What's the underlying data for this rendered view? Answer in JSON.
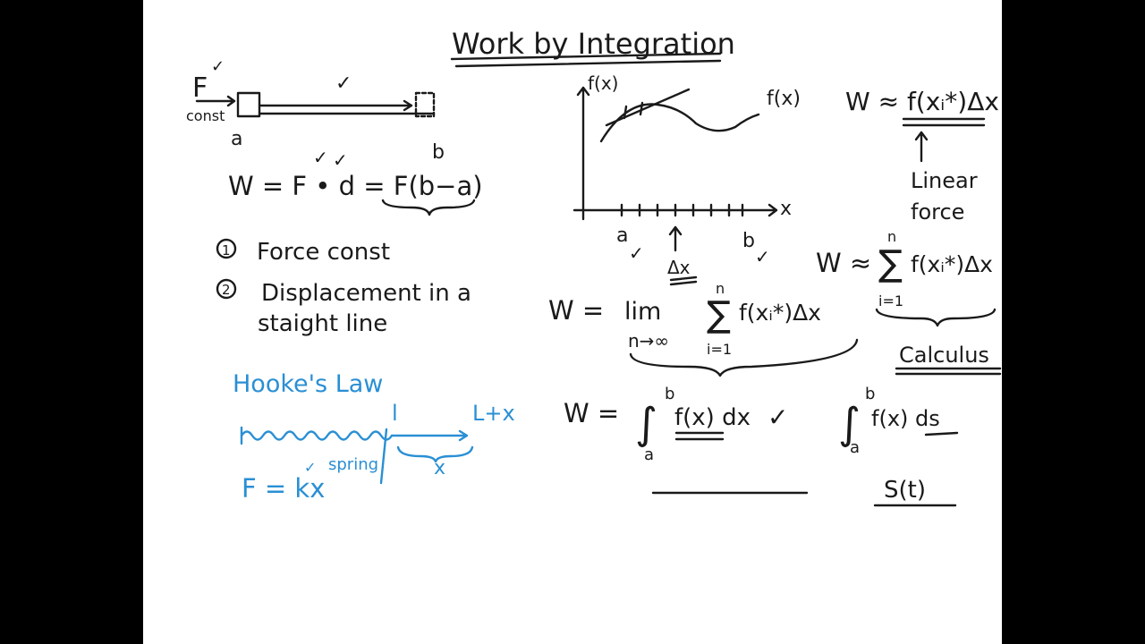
{
  "title": "Work by Integration",
  "left": {
    "force": "F",
    "const": "const",
    "a": "a",
    "b": "b",
    "work_eq": "W = F • d = F(b−a)",
    "cond1_num": "1",
    "cond1": "Force const",
    "cond2_num": "2",
    "cond2_line1": "Displacement in a",
    "cond2_line2": "staight line",
    "check": "✓"
  },
  "hooke": {
    "title": "Hooke's Law",
    "l": "l",
    "l_plus_x": "L+x",
    "x": "x",
    "spring": "spring",
    "formula": "F = kx"
  },
  "graph": {
    "ylabel": "f(x)",
    "xlabel": "x",
    "curve_label": "f(x)",
    "a": "a",
    "b": "b",
    "dx": "Δx"
  },
  "right": {
    "approx1": "W ≈ f(xᵢ*)Δx",
    "linear1": "Linear",
    "linear2": "force",
    "approx_sum": "W ≈",
    "sum_n": "n",
    "sum_i": "i=1",
    "sum_expr": "f(xᵢ*)Δx",
    "calculus": "Calculus",
    "lim_w": "W =",
    "lim": "lim",
    "lim_sub": "n→∞",
    "integral_w": "W =",
    "int_b": "b",
    "int_a": "a",
    "int_expr": "f(x) dx",
    "int2_expr": "f(x) ds",
    "s_t": "S(t)"
  }
}
